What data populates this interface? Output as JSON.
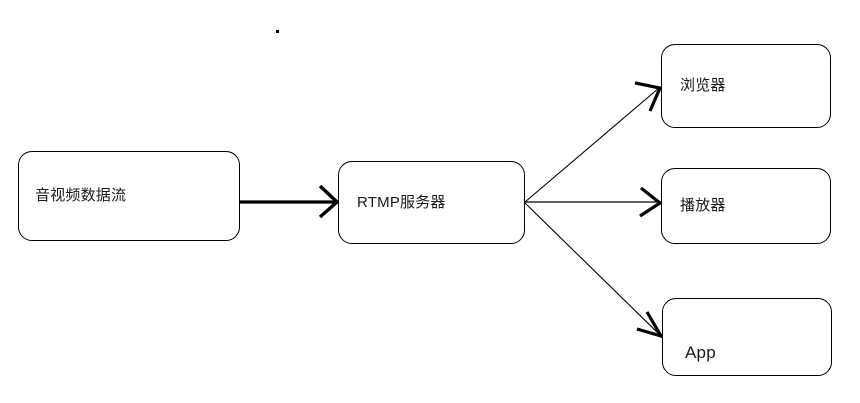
{
  "diagram": {
    "title": "RTMP streaming distribution flow",
    "type": "flowchart",
    "background_color": "#ffffff",
    "stroke_color": "#000000",
    "text_color": "#1a1a1a",
    "nodes": [
      {
        "id": "source",
        "label": "音视频数据流",
        "shape": "rounded-rectangle"
      },
      {
        "id": "rtmp_server",
        "label": "RTMP服务器",
        "shape": "rounded-rectangle"
      },
      {
        "id": "browser",
        "label": "浏览器",
        "shape": "rounded-rectangle"
      },
      {
        "id": "player",
        "label": "播放器",
        "shape": "rounded-rectangle"
      },
      {
        "id": "app",
        "label": "App",
        "shape": "rounded-rectangle"
      }
    ],
    "edges": [
      {
        "from": "source",
        "to": "rtmp_server",
        "style": "thick-straight-arrow",
        "label": ""
      },
      {
        "from": "rtmp_server",
        "to": "browser",
        "style": "thin-diagonal-arrow-up",
        "label": ""
      },
      {
        "from": "rtmp_server",
        "to": "player",
        "style": "thin-straight-arrow",
        "label": ""
      },
      {
        "from": "rtmp_server",
        "to": "app",
        "style": "thin-diagonal-arrow-down",
        "label": ""
      }
    ],
    "artifact": {
      "name": "stray-dot",
      "present": true
    }
  }
}
